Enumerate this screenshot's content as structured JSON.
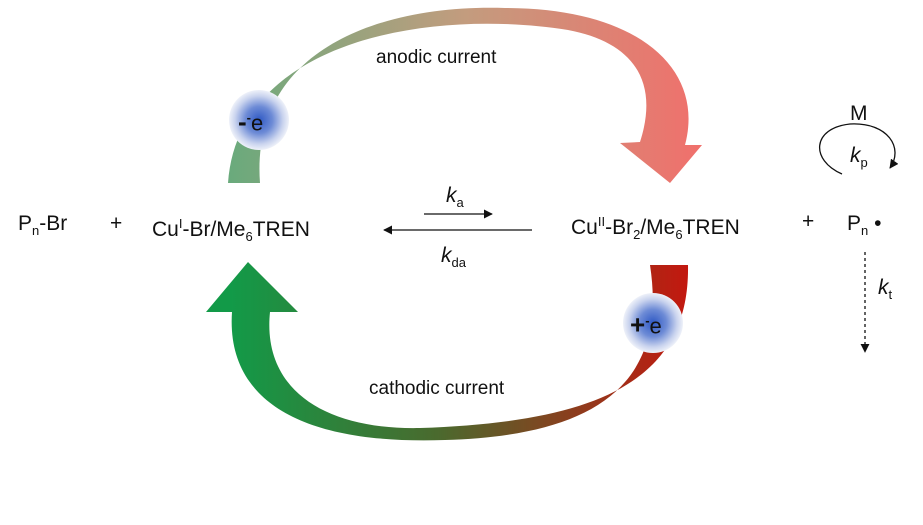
{
  "scheme": {
    "reactant": {
      "base": "P",
      "sub": "n",
      "suffix": "-Br"
    },
    "plus": "+",
    "activator": {
      "base": "Cu",
      "sup": "I",
      "mid": "-Br/Me",
      "sub": "6",
      "suffix": "TREN"
    },
    "deactivator": {
      "base": "Cu",
      "sup": "II",
      "mid1": "-Br",
      "sub1": "2",
      "mid2": "/Me",
      "sub2": "6",
      "suffix": "TREN"
    },
    "radical": {
      "base": "P",
      "sub": "n",
      "dot": "•"
    },
    "monomer": "M",
    "rate_activation": {
      "k": "k",
      "sub": "a"
    },
    "rate_deactivation": {
      "k": "k",
      "sub": "da"
    },
    "rate_propagation": {
      "k": "k",
      "sub": "p"
    },
    "rate_termination": {
      "k": "k",
      "sub": "t"
    }
  },
  "cycle": {
    "anodic_label": "anodic current",
    "cathodic_label": "cathodic current",
    "oxidation_badge": {
      "sign": "-",
      "electron": "e",
      "charge": "-"
    },
    "reduction_badge": {
      "sign": "+",
      "electron": "e",
      "charge": "-"
    }
  },
  "colors": {
    "anodic_start": "#6aaa7c",
    "anodic_end": "#f0706c",
    "cathodic_start": "#129a48",
    "cathodic_end": "#c4170f",
    "electron_ball": "#3f66c6"
  }
}
